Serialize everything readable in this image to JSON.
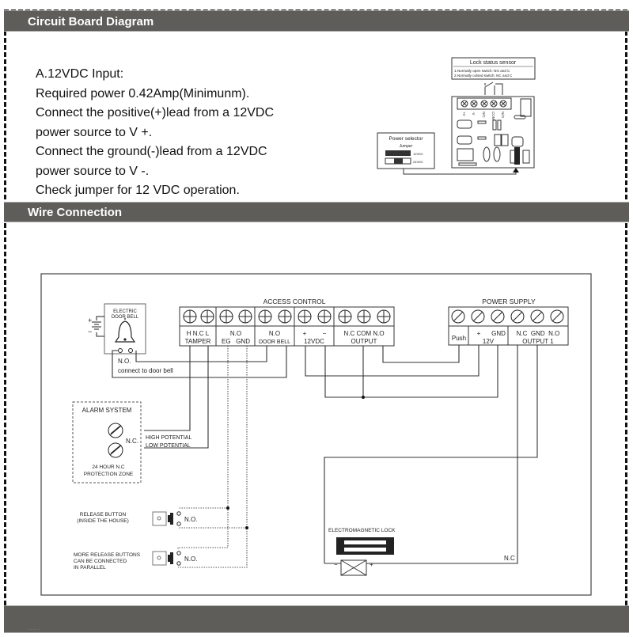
{
  "sections": {
    "circuit_board_title": "Circuit Board Diagram",
    "wire_connection_title": "Wire Connection",
    "footer_label": "....."
  },
  "input_instructions": {
    "lines": [
      "A.12VDC Input:",
      "Required power 0.42Amp(Minimunm).",
      "Connect the positive(+)lead from a 12VDC",
      "power source to V +.",
      "Connect the ground(-)lead from a 12VDC",
      "power source to V -.",
      "Check jumper for 12 VDC operation."
    ]
  },
  "board": {
    "lock_status_title": "Lock status sensor",
    "lock_status_line1": "1.Normally open switch:  NO and C",
    "lock_status_line2": "2.Normally colsed switch:  NC and C",
    "terminals": [
      "+V",
      "-V",
      "N/C",
      "COM",
      "N/O"
    ],
    "power_selector_title": "Power selector",
    "jumper_label": "Jumper",
    "opt_12": "12VDC",
    "opt_24": "24VDC"
  },
  "wiring": {
    "door_bell": {
      "title1": "ELECTRIC",
      "title2": "DOOR BELL",
      "no": "N.O.",
      "connect": "connect to door bell",
      "plus": "+",
      "minus": "−"
    },
    "access_control": {
      "title": "ACCESS CONTROL",
      "labels_top": [
        "H N.C L",
        "N.O",
        "N.O",
        "+",
        "−",
        "N.C COM N.O"
      ],
      "labels_bottom": [
        "TAMPER",
        "EG   GND",
        "DOOR BELL",
        "12VDC",
        "OUTPUT"
      ]
    },
    "power_supply": {
      "title": "POWER SUPPLY",
      "push": "Push",
      "plus": "+",
      "gnd": "GND",
      "v12": "12V",
      "output_top": "N.C  GND  N.O",
      "output1": "OUTPUT 1"
    },
    "alarm": {
      "title": "ALARM SYSTEM",
      "nc": "N.C.",
      "high": "HIGH POTENTIAL",
      "low": "LOW POTENTIAL",
      "zone1": "24 HOUR N.C",
      "zone2": "PROTECTION ZONE"
    },
    "release1": {
      "line1": "RELEASE BUTTON",
      "line2": "(INSIDE THE HOUSE)",
      "no": "N.O."
    },
    "release2": {
      "line1": "MORE RELEASE BUTTONS",
      "line2": "CAN BE CONNECTED",
      "line3": "IN PARALLEL",
      "no": "N.O."
    },
    "em_lock": {
      "title": "ELECTROMAGNETIC LOCK",
      "minus": "−",
      "plus": "+",
      "nc": "N.C"
    }
  },
  "colors": {
    "header_bar": "#5e5d59",
    "line": "#333333"
  }
}
